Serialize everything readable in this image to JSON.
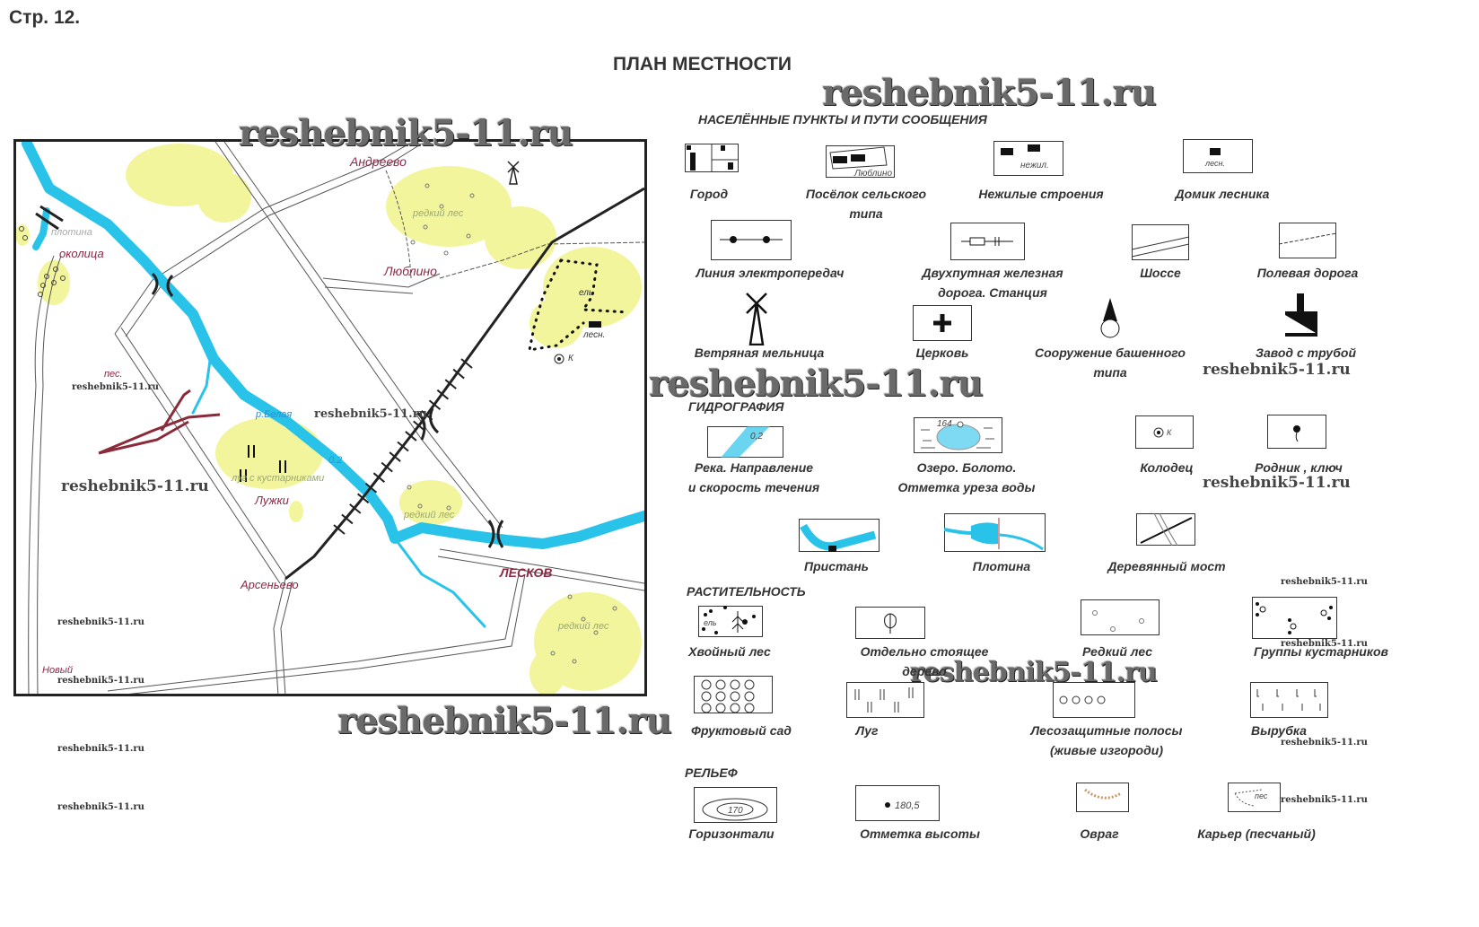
{
  "page": {
    "number": "Стр. 12.",
    "title": "ПЛАН МЕСТНОСТИ"
  },
  "watermark": "reshebnik5-11.ru",
  "map": {
    "labels": {
      "andreevo": "Андреево",
      "lyublino": "Люблино",
      "okolitsa": "околица",
      "plotina": "плотина",
      "sparse_forest": "редкий лес",
      "el": "ель",
      "lesn": "лесн.",
      "well": "К",
      "pes": "пес.",
      "river": "р.Белая",
      "speed": "0.2",
      "meadow": "луг с кустарниками",
      "luzhki": "Лужки",
      "arsenyevo": "Арсеньево",
      "leskov": "ЛЕСКОВ",
      "novy": "Новый"
    },
    "colors": {
      "water": "#29c3ea",
      "forest": "#eef27a",
      "ravine": "#8b2a3a",
      "town": "#8a2a45"
    }
  },
  "legend": {
    "sections": [
      {
        "title": "НАСЕЛЁННЫЕ ПУНКТЫ И ПУТИ СООБЩЕНИЯ",
        "items": [
          {
            "label": "Город",
            "icon": "city-icon"
          },
          {
            "label": "Посёлок сельского",
            "label2": "типа",
            "icon": "village-icon",
            "icon_text": "Люблино"
          },
          {
            "label": "Нежилые строения",
            "icon": "nonresidential-icon",
            "icon_text": "нежил."
          },
          {
            "label": "Домик лесника",
            "icon": "forester-house-icon",
            "icon_text": "лесн."
          },
          {
            "label": "Линия электропередач",
            "icon": "power-line-icon"
          },
          {
            "label": "Двухпутная железная",
            "label2": "дорога. Станция",
            "icon": "railway-icon"
          },
          {
            "label": "Шоссе",
            "icon": "highway-icon"
          },
          {
            "label": "Полевая дорога",
            "icon": "field-road-icon"
          },
          {
            "label": "Ветряная мельница",
            "icon": "windmill-icon"
          },
          {
            "label": "Церковь",
            "icon": "church-icon"
          },
          {
            "label": "Сооружение башенного",
            "label2": "типа",
            "icon": "tower-icon"
          },
          {
            "label": "Завод с трубой",
            "icon": "factory-icon"
          }
        ]
      },
      {
        "title": "ГИДРОГРАФИЯ",
        "items": [
          {
            "label": "Река. Направление",
            "label2": "и скорость течения",
            "icon": "river-icon",
            "icon_text": "0,2"
          },
          {
            "label": "Озеро. Болото.",
            "label2": "Отметка уреза воды",
            "icon": "lake-icon",
            "icon_text": "164"
          },
          {
            "label": "Колодец",
            "icon": "well-icon",
            "icon_text": "К"
          },
          {
            "label": "Родник , ключ",
            "icon": "spring-icon"
          },
          {
            "label": "Пристань",
            "icon": "pier-icon"
          },
          {
            "label": "Плотина",
            "icon": "dam-icon"
          },
          {
            "label": "Деревянный мост",
            "icon": "wooden-bridge-icon"
          }
        ]
      },
      {
        "title": "РАСТИТЕЛЬНОСТЬ",
        "items": [
          {
            "label": "Хвойный лес",
            "icon": "coniferous-forest-icon",
            "icon_text": "ель"
          },
          {
            "label": "Отдельно стоящее",
            "label2": "дерево",
            "icon": "single-tree-icon"
          },
          {
            "label": "Редкий лес",
            "icon": "sparse-forest-icon"
          },
          {
            "label": "Группы кустарников",
            "icon": "shrubs-icon"
          },
          {
            "label": "Фруктовый сад",
            "icon": "orchard-icon"
          },
          {
            "label": "Луг",
            "icon": "meadow-icon"
          },
          {
            "label": "Лесозащитные полосы",
            "label2": "(живые изгороди)",
            "icon": "hedgerow-icon"
          },
          {
            "label": "Вырубка",
            "icon": "clearing-icon"
          }
        ]
      },
      {
        "title": "РЕЛЬЕФ",
        "items": [
          {
            "label": "Горизонтали",
            "icon": "contour-icon",
            "icon_text": "170"
          },
          {
            "label": "Отметка высоты",
            "icon": "elevation-mark-icon",
            "icon_text": "180,5"
          },
          {
            "label": "Овраг",
            "icon": "ravine-icon"
          },
          {
            "label": "Карьер (песчаный)",
            "icon": "quarry-icon",
            "icon_text": "пес"
          }
        ]
      }
    ]
  }
}
